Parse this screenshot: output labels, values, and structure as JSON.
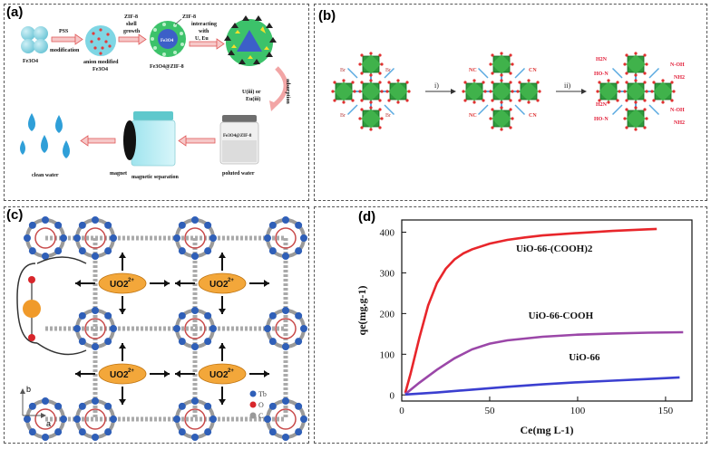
{
  "panels": {
    "a": {
      "label": "(a)",
      "fe3o4": "Fe3O4",
      "pss_arrow": "PSS",
      "pss_arrow2": "modification",
      "anion1": "anion modified",
      "anion2": "Fe3O4",
      "zif_shell1": "ZIF-8",
      "zif_shell2": "shell",
      "zif_shell3": "growth",
      "zif8": "ZIF-8",
      "core_label": "Fe3O4",
      "composite": "Fe3O4@ZIF-8",
      "interact1": "interacting",
      "interact2": "with",
      "interact3": "U, Eu",
      "adsorption": "adsorption",
      "u_eu1": "U(iii) or",
      "u_eu2": "Eu(iii)",
      "jar_label": "Fe3O4@ZIF-8",
      "polluted": "poluted water",
      "magnet": "magnet",
      "magsep": "magnetic separation",
      "clean": "clean water"
    },
    "b": {
      "label": "(b)",
      "step1": "i)",
      "step2": "ii)",
      "br": "Br",
      "nc": "NC",
      "cn": "CN",
      "h2n": "H2N",
      "ho": "HO-N",
      "noh": "N-OH",
      "nh2": "NH2"
    },
    "c": {
      "label": "(c)",
      "uo2": "UO2",
      "charge": "2+",
      "axis_b": "b",
      "axis_a": "a",
      "legend": [
        "Tb",
        "O",
        "C"
      ]
    },
    "d": {
      "label": "(d)"
    }
  },
  "chart_data": {
    "type": "line",
    "xlabel": "Ce(mg L-1)",
    "ylabel": "qe(mg.g-1)",
    "xlim": [
      0,
      165
    ],
    "ylim": [
      -15,
      430
    ],
    "xticks": [
      0,
      50,
      100,
      150
    ],
    "yticks": [
      0,
      100,
      200,
      300,
      400
    ],
    "series": [
      {
        "name": "UiO-66-(COOH)2",
        "color": "#e8262b",
        "x": [
          2,
          5,
          10,
          15,
          20,
          25,
          30,
          35,
          40,
          50,
          60,
          70,
          80,
          100,
          120,
          140,
          145
        ],
        "y": [
          5,
          52,
          140,
          220,
          275,
          310,
          333,
          348,
          358,
          372,
          381,
          387,
          392,
          398,
          403,
          407,
          408
        ]
      },
      {
        "name": "UiO-66-COOH",
        "color": "#9b47a8",
        "x": [
          2,
          10,
          20,
          30,
          40,
          50,
          60,
          80,
          100,
          120,
          140,
          160
        ],
        "y": [
          2,
          30,
          62,
          90,
          112,
          126,
          134,
          143,
          148,
          151,
          153,
          154
        ]
      },
      {
        "name": "UiO-66",
        "color": "#3b3fd0",
        "x": [
          2,
          20,
          40,
          60,
          80,
          100,
          120,
          140,
          158
        ],
        "y": [
          1,
          6,
          13,
          20,
          26,
          31,
          35,
          39,
          43
        ]
      }
    ]
  }
}
